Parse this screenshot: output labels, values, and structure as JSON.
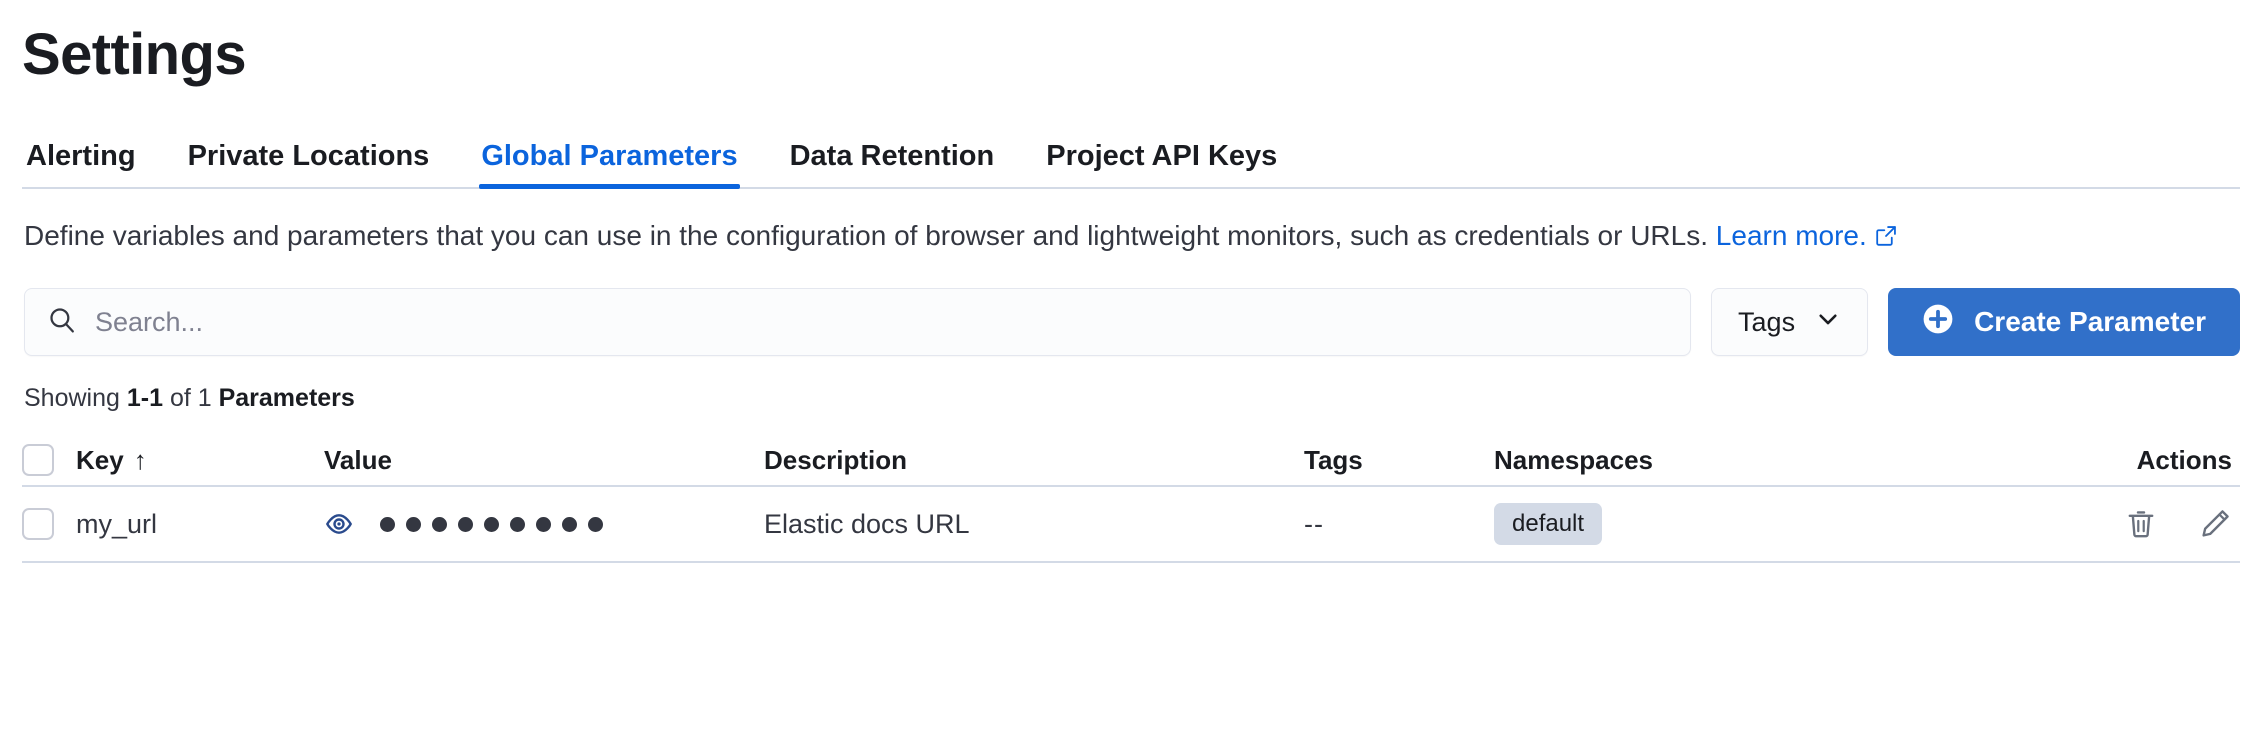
{
  "header": {
    "title": "Settings"
  },
  "tabs": [
    {
      "label": "Alerting",
      "active": false
    },
    {
      "label": "Private Locations",
      "active": false
    },
    {
      "label": "Global Parameters",
      "active": true
    },
    {
      "label": "Data Retention",
      "active": false
    },
    {
      "label": "Project API Keys",
      "active": false
    }
  ],
  "description": {
    "text": "Define variables and parameters that you can use in the configuration of browser and lightweight monitors, such as credentials or URLs.",
    "link_label": "Learn more.",
    "link_icon": "external-link-icon"
  },
  "controls": {
    "search": {
      "placeholder": "Search...",
      "value": "",
      "icon": "search-icon"
    },
    "tags_filter": {
      "label": "Tags",
      "icon": "chevron-down-icon"
    },
    "create": {
      "label": "Create Parameter",
      "icon": "plus-circle-icon"
    }
  },
  "results_summary": {
    "prefix": "Showing ",
    "range": "1-1",
    "middle": " of 1 ",
    "entity": "Parameters"
  },
  "table": {
    "select_all": {
      "checked": false
    },
    "columns": [
      {
        "key": "key",
        "label": "Key",
        "sorted": true,
        "sort_direction": "asc",
        "sort_glyph": "↑"
      },
      {
        "key": "value",
        "label": "Value"
      },
      {
        "key": "description",
        "label": "Description"
      },
      {
        "key": "tags",
        "label": "Tags"
      },
      {
        "key": "namespaces",
        "label": "Namespaces"
      },
      {
        "key": "actions",
        "label": "Actions"
      }
    ],
    "rows": [
      {
        "checked": false,
        "key": "my_url",
        "value_masked": true,
        "value_toggle_icon": "eye-icon",
        "value_dots": 9,
        "description": "Elastic docs URL",
        "tags": "--",
        "namespaces": [
          "default"
        ],
        "actions": [
          {
            "name": "delete",
            "icon": "trash-icon"
          },
          {
            "name": "edit",
            "icon": "pencil-icon"
          }
        ]
      }
    ]
  },
  "colors": {
    "accent": "#0b64dd",
    "primary_button": "#3170c9",
    "border": "#d3dae6",
    "badge_bg": "#d3dae6",
    "text": "#343741",
    "text_strong": "#1a1c21",
    "eye_icon": "#2a4b8d"
  }
}
